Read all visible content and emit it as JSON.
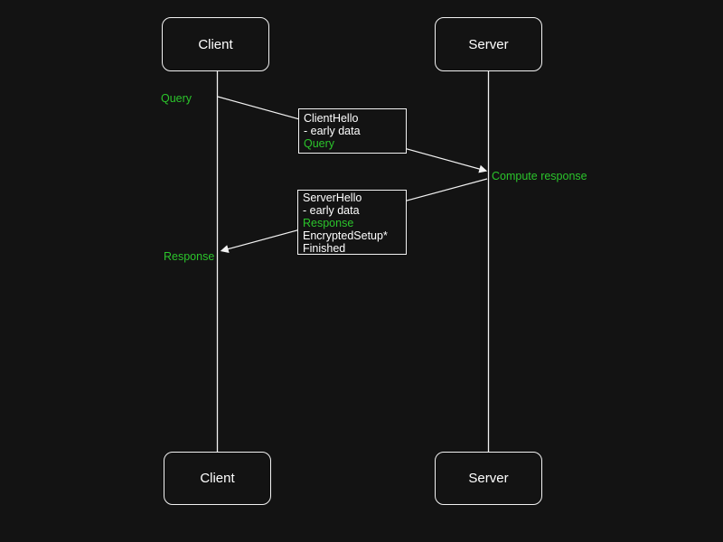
{
  "colors": {
    "background": "#131313",
    "line": "#f2f2f2",
    "text": "#ffffff",
    "green": "#2bc42b"
  },
  "actors": {
    "client_top": "Client",
    "server_top": "Server",
    "client_bottom": "Client",
    "server_bottom": "Server"
  },
  "annotations": {
    "query": "Query",
    "compute_response": "Compute response",
    "response": "Response"
  },
  "messages": {
    "request": {
      "lines": [
        "ClientHello",
        "- early data",
        "Query"
      ]
    },
    "reply": {
      "lines": [
        "ServerHello",
        "- early data",
        "Response",
        "EncryptedSetup*",
        "Finished"
      ]
    }
  }
}
